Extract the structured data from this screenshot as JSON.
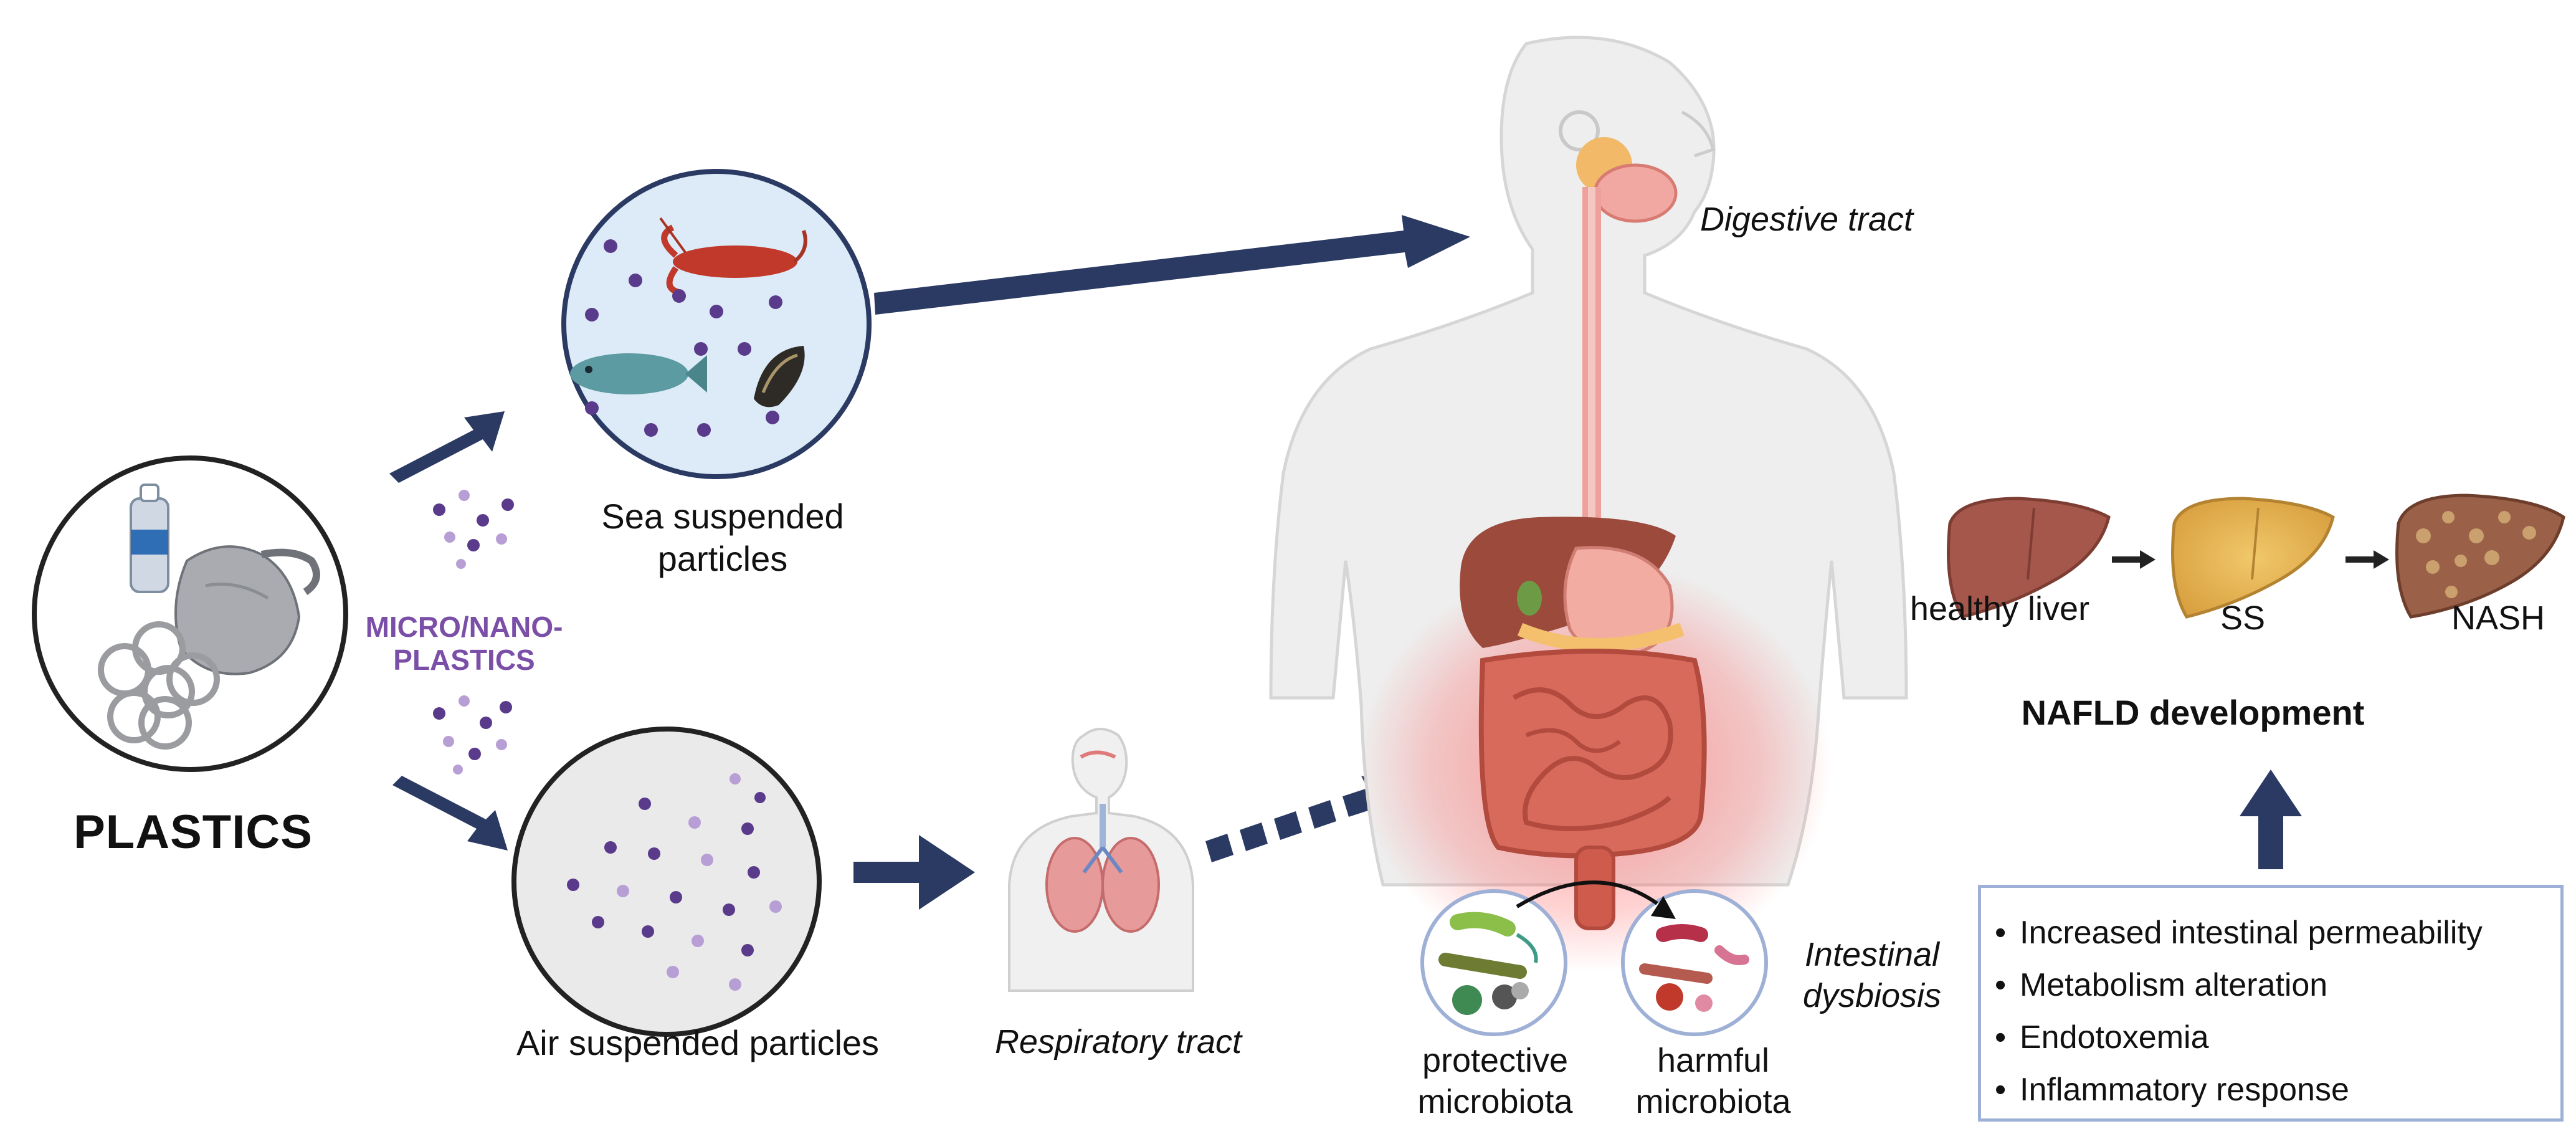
{
  "source_label": "PLASTICS",
  "particle_label": "MICRO/NANO-PLASTICS",
  "sea": {
    "label": "Sea suspended particles"
  },
  "air": {
    "label": "Air suspended particles"
  },
  "routes": {
    "respiratory": "Respiratory tract",
    "digestive": "Digestive tract"
  },
  "dysbiosis": {
    "label": "Intestinal dysbiosis",
    "protective": "protective microbiota",
    "harmful": "harmful microbiota"
  },
  "nafld": {
    "title": "NAFLD development",
    "stages": [
      "healthy liver",
      "SS",
      "NASH"
    ]
  },
  "effects": [
    "Increased intestinal permeability",
    "Metabolism alteration",
    "Endotoxemia",
    "Inflammatory response"
  ],
  "colors": {
    "arrow": "#2b3a63",
    "particle": "#5a3a8a",
    "particle_light": "#b79fd6",
    "sea_fill": "#dcebf7",
    "sea_border": "#2b3a63",
    "box_border": "#9fb0d6",
    "label_purple": "#7b4fa8"
  }
}
